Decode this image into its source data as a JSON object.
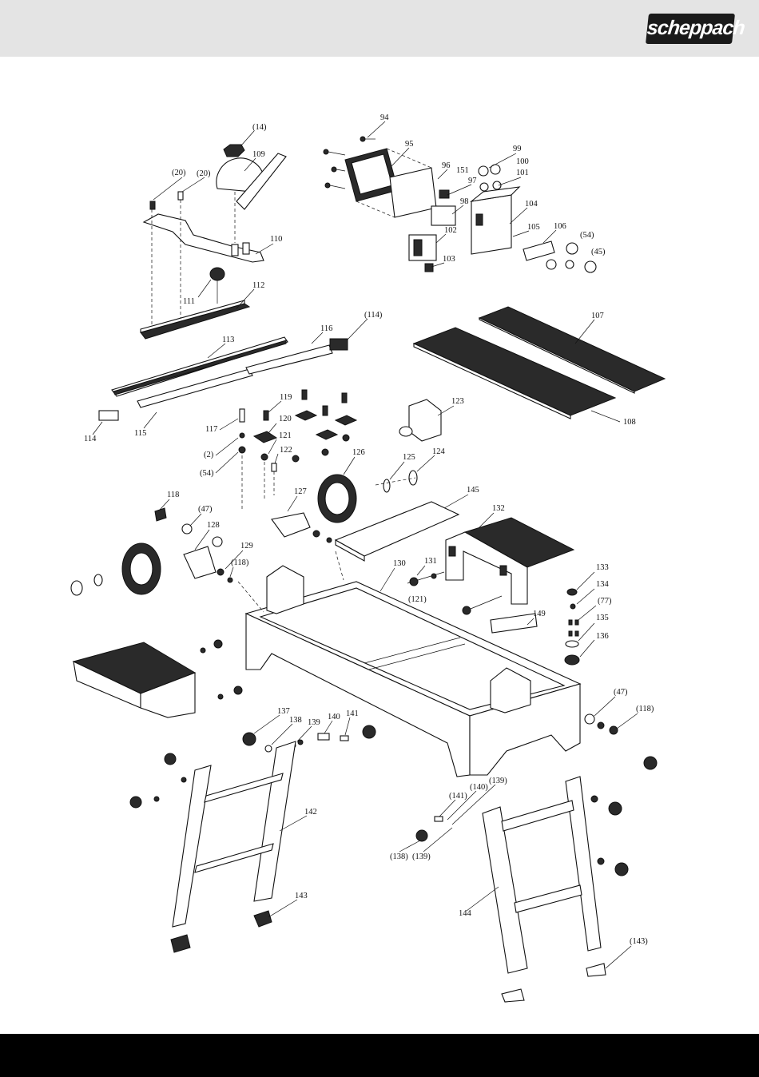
{
  "header": {
    "brand": "scheppach"
  },
  "diagram": {
    "labels": [
      {
        "id": "l94",
        "text": "94"
      },
      {
        "id": "l95",
        "text": "95"
      },
      {
        "id": "l96",
        "text": "96"
      },
      {
        "id": "l151",
        "text": "151"
      },
      {
        "id": "l97",
        "text": "97"
      },
      {
        "id": "l98",
        "text": "98"
      },
      {
        "id": "l99",
        "text": "99"
      },
      {
        "id": "l100",
        "text": "100"
      },
      {
        "id": "l101",
        "text": "101"
      },
      {
        "id": "l104",
        "text": "104"
      },
      {
        "id": "l102",
        "text": "102"
      },
      {
        "id": "l105",
        "text": "105"
      },
      {
        "id": "l106",
        "text": "106"
      },
      {
        "id": "l54a",
        "text": "(54)"
      },
      {
        "id": "l45",
        "text": "(45)"
      },
      {
        "id": "l103",
        "text": "103"
      },
      {
        "id": "l14",
        "text": "(14)"
      },
      {
        "id": "l109",
        "text": "109"
      },
      {
        "id": "l20a",
        "text": "(20)"
      },
      {
        "id": "l20b",
        "text": "(20)"
      },
      {
        "id": "l110",
        "text": "110"
      },
      {
        "id": "l111",
        "text": "111"
      },
      {
        "id": "l112",
        "text": "112"
      },
      {
        "id": "l114a",
        "text": "(114)"
      },
      {
        "id": "l107",
        "text": "107"
      },
      {
        "id": "l113",
        "text": "113"
      },
      {
        "id": "l116",
        "text": "116"
      },
      {
        "id": "l108",
        "text": "108"
      },
      {
        "id": "l114",
        "text": "114"
      },
      {
        "id": "l115",
        "text": "115"
      },
      {
        "id": "l119",
        "text": "119"
      },
      {
        "id": "l117",
        "text": "117"
      },
      {
        "id": "l120",
        "text": "120"
      },
      {
        "id": "l121",
        "text": "121"
      },
      {
        "id": "l2",
        "text": "(2)"
      },
      {
        "id": "l122",
        "text": "122"
      },
      {
        "id": "l54b",
        "text": "(54)"
      },
      {
        "id": "l123",
        "text": "123"
      },
      {
        "id": "l126",
        "text": "126"
      },
      {
        "id": "l125",
        "text": "125"
      },
      {
        "id": "l124",
        "text": "124"
      },
      {
        "id": "l118",
        "text": "118"
      },
      {
        "id": "l47",
        "text": "(47)"
      },
      {
        "id": "l128",
        "text": "128"
      },
      {
        "id": "l127",
        "text": "127"
      },
      {
        "id": "l145",
        "text": "145"
      },
      {
        "id": "l132",
        "text": "132"
      },
      {
        "id": "l129",
        "text": "129"
      },
      {
        "id": "l118b",
        "text": "(118)"
      },
      {
        "id": "l130",
        "text": "130"
      },
      {
        "id": "l131",
        "text": "131"
      },
      {
        "id": "l121b",
        "text": "(121)"
      },
      {
        "id": "l133",
        "text": "133"
      },
      {
        "id": "l134",
        "text": "134"
      },
      {
        "id": "l77",
        "text": "(77)"
      },
      {
        "id": "l149",
        "text": "149"
      },
      {
        "id": "l135",
        "text": "135"
      },
      {
        "id": "l136",
        "text": "136"
      },
      {
        "id": "l47b",
        "text": "(47)"
      },
      {
        "id": "l118c",
        "text": "(118)"
      },
      {
        "id": "l137",
        "text": "137"
      },
      {
        "id": "l138",
        "text": "138"
      },
      {
        "id": "l139",
        "text": "139"
      },
      {
        "id": "l140",
        "text": "140"
      },
      {
        "id": "l141",
        "text": "141"
      },
      {
        "id": "l142",
        "text": "142"
      },
      {
        "id": "l139b",
        "text": "(139)"
      },
      {
        "id": "l140b",
        "text": "(140)"
      },
      {
        "id": "l141b",
        "text": "(141)"
      },
      {
        "id": "l138b",
        "text": "(138)"
      },
      {
        "id": "l139c",
        "text": "(139)"
      },
      {
        "id": "l143",
        "text": "143"
      },
      {
        "id": "l144",
        "text": "144"
      },
      {
        "id": "l143b",
        "text": "(143)"
      }
    ]
  }
}
